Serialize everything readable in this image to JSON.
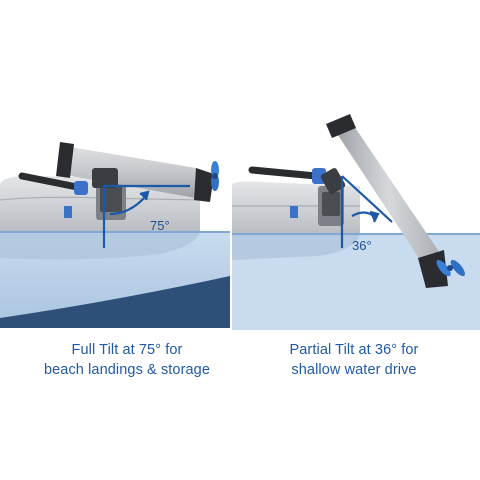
{
  "panels": [
    {
      "angle_label": "75°",
      "tilt_deg": 75,
      "caption_line1": "Full Tilt at 75° for",
      "caption_line2": "beach landings & storage"
    },
    {
      "angle_label": "36°",
      "tilt_deg": 36,
      "caption_line1": "Partial Tilt at 36° for",
      "caption_line2": "shallow water drive"
    }
  ],
  "colors": {
    "water_light": "#bcd2ea",
    "water_dark": "#2e4f78",
    "waterline": "#7fa8d6",
    "annotation": "#1c5aa8",
    "hull": "#d2d5d9",
    "motor_body": "#c4c7cb",
    "motor_dark": "#2a2c30",
    "propeller": "#3a7fd6",
    "caption": "#1f5aa6"
  },
  "icons": [
    "propeller-icon",
    "tiller-handle-icon",
    "mount-bracket-icon"
  ]
}
